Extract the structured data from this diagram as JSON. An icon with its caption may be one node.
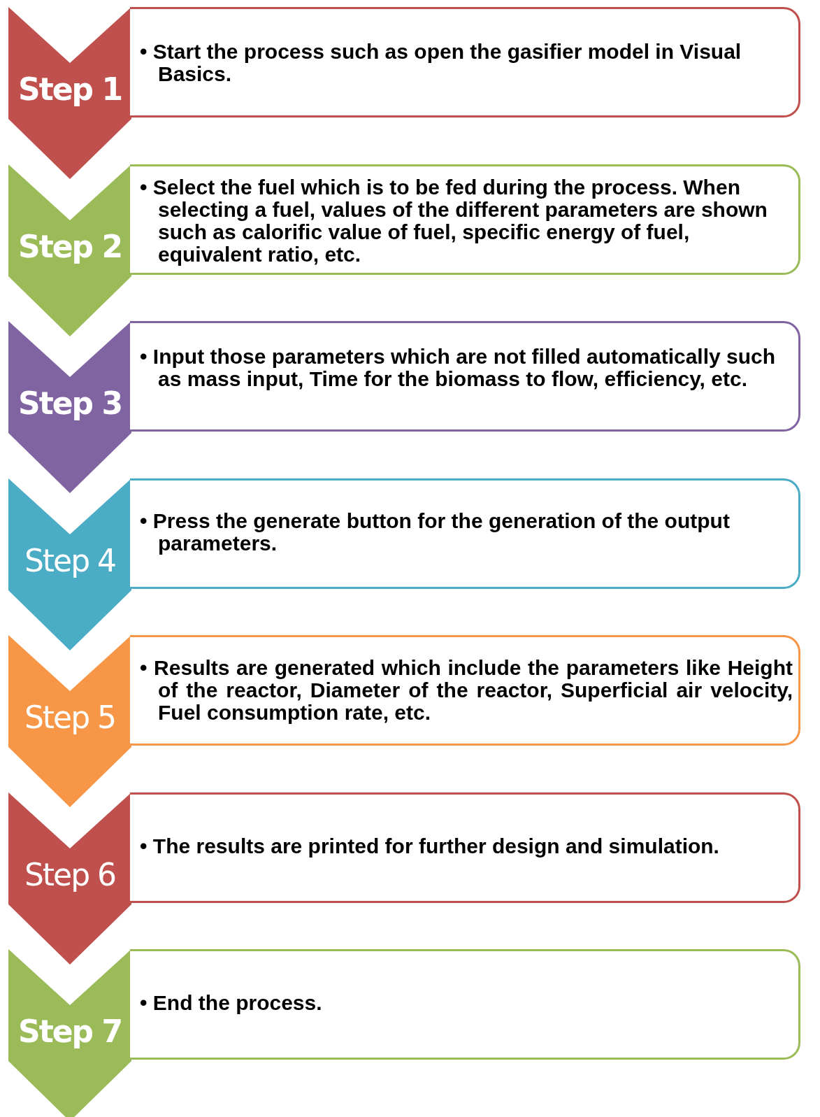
{
  "diagram": {
    "nodes": [
      {
        "text": [
          "Step 1"
        ]
      },
      {
        "text": [
          "• Start the process such as open the gasifier model in Visual Basics."
        ]
      },
      {
        "text": [
          "Step 2"
        ]
      },
      {
        "text": [
          "• Select the fuel which is to be fed during the process. When selecting a fuel, values of the different parameters are shown such as calorific value of fuel, specific energy of fuel, equivalent ratio, etc."
        ]
      },
      {
        "text": [
          "Step 3"
        ]
      },
      {
        "text": [
          "• Input those parameters which are not filled automatically such as mass input, Time for the biomass to flow, efficiency, etc."
        ]
      },
      {
        "text": [
          "Step 4"
        ]
      },
      {
        "text": [
          "• Press the generate button for the generation of the output parameters."
        ]
      },
      {
        "text": [
          "Step 5"
        ]
      },
      {
        "text": [
          "• Results are generated which include the parameters like Height of the reactor, Diameter of the reactor, Superficial air velocity, Fuel consumption rate, etc."
        ]
      },
      {
        "text": [
          "Step 6"
        ]
      },
      {
        "text": [
          "• The results are printed for further design and simulation."
        ]
      },
      {
        "text": [
          "Step 7"
        ]
      },
      {
        "text": [
          "• End the process."
        ]
      }
    ]
  }
}
